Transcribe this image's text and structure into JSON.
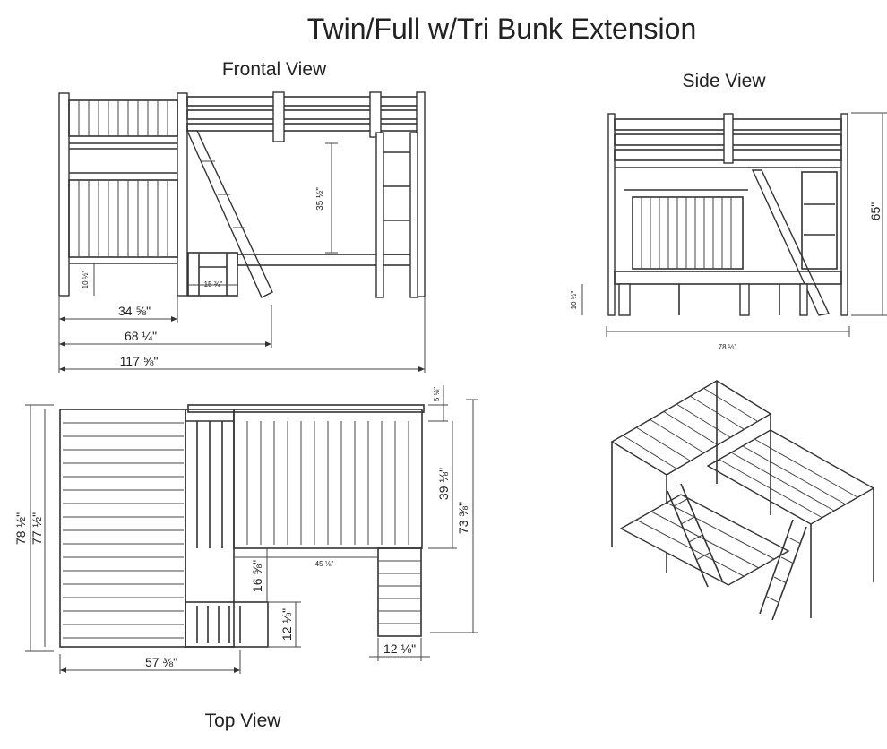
{
  "title": "Twin/Full w/Tri Bunk Extension",
  "views": {
    "frontal": "Frontal View",
    "side": "Side View",
    "top": "Top View"
  },
  "dimensions": {
    "frontal": {
      "ladder_height": "35 ½\"",
      "clearance": "10 ½\"",
      "step_width": "15 ¾\"",
      "bed_width": "34 ⅝\"",
      "mid_width": "68 ¼\"",
      "overall_width": "117 ⅝\""
    },
    "side": {
      "height": "65\"",
      "clearance": "10 ½\"",
      "length": "78 ½\""
    },
    "top": {
      "overall_depth": "78 ½\"",
      "inner_depth": "77 ½\"",
      "bed_width": "57 ⅜\"",
      "offset": "5 ⅛\"",
      "upper_depth": "39 ⅛\"",
      "total_depth": "73 ⅜\"",
      "upper_length": "45 ⅛\"",
      "gap": "16 ⅝\"",
      "step_depth": "12 ⅛\"",
      "ladder_width": "12 ⅛\""
    }
  }
}
